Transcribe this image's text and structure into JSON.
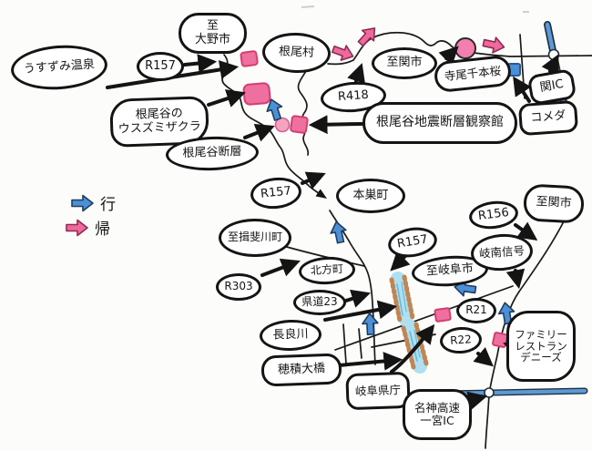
{
  "title": "hand-drawn driving route map (Neo valley / Gifu area)",
  "legend": {
    "go": {
      "label": "行",
      "color": "#4d8fd6"
    },
    "return": {
      "label": "帰",
      "color": "#f0699c"
    }
  },
  "bubbles": [
    {
      "id": "usuzumi-onsen",
      "text": "うすずみ温泉"
    },
    {
      "id": "r157-north",
      "text": "R157"
    },
    {
      "id": "to-ono-city",
      "text": "至\n大野市"
    },
    {
      "id": "neo-village",
      "text": "根尾村"
    },
    {
      "id": "to-seki-city-north",
      "text": "至関市"
    },
    {
      "id": "r418",
      "text": "R418"
    },
    {
      "id": "terao-senbonzakura",
      "text": "寺尾千本桜"
    },
    {
      "id": "seki-ic",
      "text": "関IC"
    },
    {
      "id": "komeda",
      "text": "コメダ"
    },
    {
      "id": "neodani-quake-museum",
      "text": "根尾谷地震断層観察館"
    },
    {
      "id": "neodani-usuzumizakura",
      "text": "根尾谷の\nウスズミザクラ"
    },
    {
      "id": "neodani-fault",
      "text": "根尾谷断層"
    },
    {
      "id": "r157-mid",
      "text": "R157"
    },
    {
      "id": "motosu-town",
      "text": "本巣町"
    },
    {
      "id": "to-ibigawa-town",
      "text": "至揖斐川町"
    },
    {
      "id": "r303",
      "text": "R303"
    },
    {
      "id": "kitagata-town",
      "text": "北方町"
    },
    {
      "id": "kendo-23",
      "text": "県道23"
    },
    {
      "id": "nagara-river-label",
      "text": "長良川"
    },
    {
      "id": "hozumi-ohashi",
      "text": "穂積大橋"
    },
    {
      "id": "r157-south",
      "text": "R157"
    },
    {
      "id": "to-gifu-city",
      "text": "至岐阜市"
    },
    {
      "id": "r156",
      "text": "R156"
    },
    {
      "id": "ginan-signal",
      "text": "岐南信号"
    },
    {
      "id": "to-seki-city-east",
      "text": "至関市"
    },
    {
      "id": "r21",
      "text": "R21"
    },
    {
      "id": "r22",
      "text": "R22"
    },
    {
      "id": "dennys",
      "text": "ファミリー\nレストラン\nデニーズ"
    },
    {
      "id": "gifu-kencho",
      "text": "岐阜県庁"
    },
    {
      "id": "meishin-ichinomiya-ic",
      "text": "名神高速\n一宮IC"
    }
  ],
  "markers": [
    {
      "name": "usuzumi-onsen-marker",
      "shape": "square",
      "color": "#ef6f9f"
    },
    {
      "name": "usuzumizakura-marker",
      "shape": "square",
      "color": "#ef6f9f"
    },
    {
      "name": "neodani-fault-marker",
      "shape": "circle",
      "color": "#f5a3c0"
    },
    {
      "name": "quake-museum-marker",
      "shape": "square",
      "color": "#ef6f9f"
    },
    {
      "name": "terao-senbonzakura-marker",
      "shape": "circle",
      "color": "#f27fae"
    },
    {
      "name": "komeda-marker",
      "shape": "square",
      "color": "#4a90d9"
    },
    {
      "name": "gifu-kencho-marker",
      "shape": "square",
      "color": "#ef6f9f"
    },
    {
      "name": "dennys-marker",
      "shape": "square",
      "color": "#ef6f9f"
    }
  ],
  "colors": {
    "ink": "#1a1a1a",
    "river_fill": "#aee0f2",
    "river_streak": "#6db8d8",
    "river_bank": "#c08552",
    "expressway": "#5b9bd5",
    "go_arrow": "#4d8fd6",
    "return_arrow": "#f0699c"
  }
}
